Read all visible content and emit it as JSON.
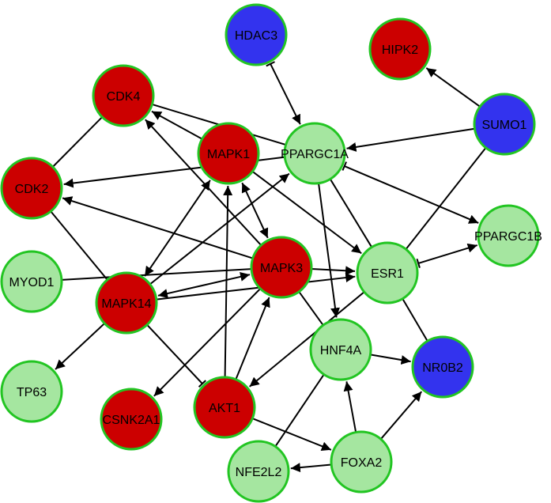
{
  "colors": {
    "red": "#cc0000",
    "blue": "#3333ee",
    "green": "#a5e6a0",
    "node_border": "#22c522",
    "edge": "#000000"
  },
  "nodes": [
    {
      "id": "HDAC3",
      "label": "HDAC3",
      "color": "blue"
    },
    {
      "id": "HIPK2",
      "label": "HIPK2",
      "color": "red"
    },
    {
      "id": "CDK4",
      "label": "CDK4",
      "color": "red"
    },
    {
      "id": "SUMO1",
      "label": "SUMO1",
      "color": "blue"
    },
    {
      "id": "MAPK1",
      "label": "MAPK1",
      "color": "red"
    },
    {
      "id": "PPARGC1A",
      "label": "PPARGC1A",
      "color": "green"
    },
    {
      "id": "CDK2",
      "label": "CDK2",
      "color": "red"
    },
    {
      "id": "PPARGC1B",
      "label": "PPARGC1B",
      "color": "green"
    },
    {
      "id": "MYOD1",
      "label": "MYOD1",
      "color": "green"
    },
    {
      "id": "MAPK3",
      "label": "MAPK3",
      "color": "red"
    },
    {
      "id": "ESR1",
      "label": "ESR1",
      "color": "green"
    },
    {
      "id": "MAPK14",
      "label": "MAPK14",
      "color": "red"
    },
    {
      "id": "HNF4A",
      "label": "HNF4A",
      "color": "green"
    },
    {
      "id": "NR0B2",
      "label": "NR0B2",
      "color": "blue"
    },
    {
      "id": "TP63",
      "label": "TP63",
      "color": "green"
    },
    {
      "id": "AKT1",
      "label": "AKT1",
      "color": "red"
    },
    {
      "id": "CSNK2A1",
      "label": "CSNK2A1",
      "color": "red"
    },
    {
      "id": "FOXA2",
      "label": "FOXA2",
      "color": "green"
    },
    {
      "id": "NFE2L2",
      "label": "NFE2L2",
      "color": "green"
    }
  ],
  "edges": [
    {
      "from": "PPARGC1A",
      "to": "HDAC3",
      "end": "inhibit",
      "start": "arrow"
    },
    {
      "from": "SUMO1",
      "to": "HIPK2",
      "end": "arrow"
    },
    {
      "from": "SUMO1",
      "to": "PPARGC1A",
      "end": "arrow"
    },
    {
      "from": "SUMO1",
      "to": "ESR1",
      "end": "none"
    },
    {
      "from": "CDK4",
      "to": "PPARGC1A",
      "end": "none"
    },
    {
      "from": "CDK4",
      "to": "CDK2",
      "end": "none"
    },
    {
      "from": "MAPK1",
      "to": "CDK4",
      "end": "arrow"
    },
    {
      "from": "MAPK3",
      "to": "CDK4",
      "end": "arrow"
    },
    {
      "from": "PPARGC1A",
      "to": "CDK2",
      "end": "arrow"
    },
    {
      "from": "MAPK3",
      "to": "CDK2",
      "end": "arrow"
    },
    {
      "from": "CDK2",
      "to": "MAPK14",
      "end": "none"
    },
    {
      "from": "MAPK1",
      "to": "MAPK14",
      "end": "arrow",
      "start": "arrow"
    },
    {
      "from": "MAPK1",
      "to": "MAPK3",
      "end": "arrow",
      "start": "arrow"
    },
    {
      "from": "MAPK1",
      "to": "ESR1",
      "end": "arrow"
    },
    {
      "from": "PPARGC1A",
      "to": "PPARGC1B",
      "end": "arrow",
      "start": "inhibit"
    },
    {
      "from": "PPARGC1A",
      "to": "HNF4A",
      "end": "arrow"
    },
    {
      "from": "PPARGC1A",
      "to": "ESR1",
      "end": "none"
    },
    {
      "from": "ESR1",
      "to": "PPARGC1B",
      "end": "arrow",
      "start": "inhibit"
    },
    {
      "from": "MAPK14",
      "to": "PPARGC1A",
      "end": "arrow"
    },
    {
      "from": "MYOD1",
      "to": "MAPK3",
      "end": "none"
    },
    {
      "from": "MAPK3",
      "to": "ESR1",
      "end": "arrow"
    },
    {
      "from": "MAPK14",
      "to": "ESR1",
      "end": "arrow"
    },
    {
      "from": "MAPK14",
      "to": "MAPK3",
      "end": "arrow",
      "start": "arrow"
    },
    {
      "from": "MAPK14",
      "to": "TP63",
      "end": "arrow"
    },
    {
      "from": "MAPK3",
      "to": "CSNK2A1",
      "end": "arrow"
    },
    {
      "from": "MAPK14",
      "to": "AKT1",
      "end": "inhibit"
    },
    {
      "from": "AKT1",
      "to": "MAPK1",
      "end": "arrow"
    },
    {
      "from": "AKT1",
      "to": "MAPK3",
      "end": "arrow"
    },
    {
      "from": "ESR1",
      "to": "AKT1",
      "end": "arrow"
    },
    {
      "from": "ESR1",
      "to": "NR0B2",
      "end": "none"
    },
    {
      "from": "MAPK3",
      "to": "HNF4A",
      "end": "none"
    },
    {
      "from": "HNF4A",
      "to": "NR0B2",
      "end": "arrow"
    },
    {
      "from": "HNF4A",
      "to": "NFE2L2",
      "end": "none"
    },
    {
      "from": "AKT1",
      "to": "FOXA2",
      "end": "arrow"
    },
    {
      "from": "FOXA2",
      "to": "HNF4A",
      "end": "arrow"
    },
    {
      "from": "FOXA2",
      "to": "NR0B2",
      "end": "arrow"
    },
    {
      "from": "FOXA2",
      "to": "NFE2L2",
      "end": "arrow"
    }
  ]
}
